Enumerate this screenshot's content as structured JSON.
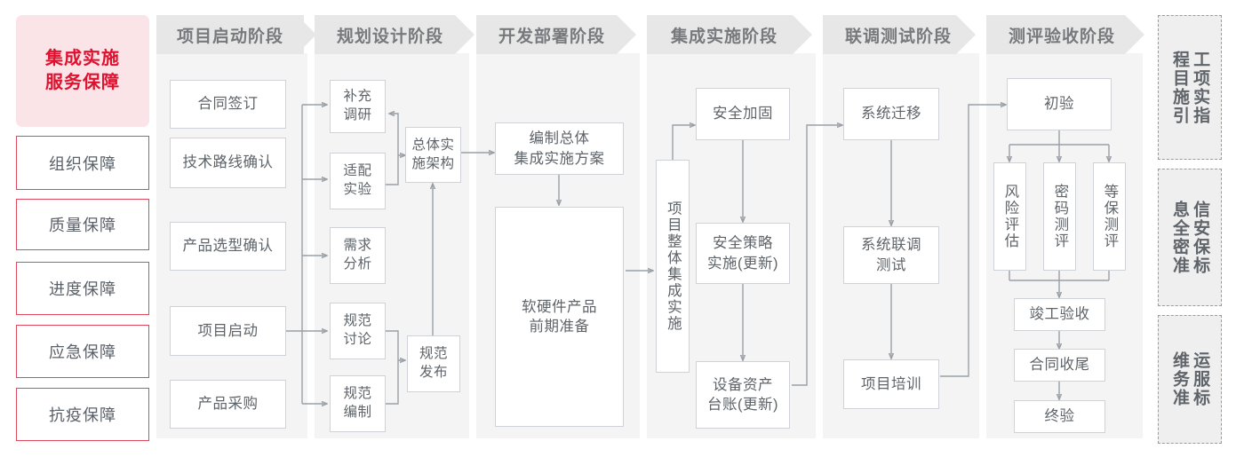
{
  "title_block": {
    "line1": "集成实施",
    "line2": "服务保障"
  },
  "guarantees": [
    {
      "label": "组织保障"
    },
    {
      "label": "质量保障"
    },
    {
      "label": "进度保障"
    },
    {
      "label": "应急保障"
    },
    {
      "label": "抗疫保障"
    }
  ],
  "phases": [
    {
      "id": "startup",
      "title": "项目启动阶段"
    },
    {
      "id": "planning",
      "title": "规划设计阶段"
    },
    {
      "id": "deployment",
      "title": "开发部署阶段"
    },
    {
      "id": "integration",
      "title": "集成实施阶段"
    },
    {
      "id": "joint-test",
      "title": "联调测试阶段"
    },
    {
      "id": "acceptance",
      "title": "测评验收阶段"
    }
  ],
  "nodes": {
    "startup": [
      {
        "label": "合同签订"
      },
      {
        "label": "技术路线确认"
      },
      {
        "label": "产品选型确认"
      },
      {
        "label": "项目启动"
      },
      {
        "label": "产品采购"
      }
    ],
    "planning_left": [
      {
        "line1": "补充",
        "line2": "调研"
      },
      {
        "line1": "适配",
        "line2": "实验"
      },
      {
        "line1": "需求",
        "line2": "分析"
      },
      {
        "line1": "规范",
        "line2": "讨论"
      },
      {
        "line1": "规范",
        "line2": "编制"
      }
    ],
    "planning_right": [
      {
        "line1": "总体实",
        "line2": "施架构"
      },
      {
        "line1": "规范",
        "line2": "发布"
      }
    ],
    "deployment": [
      {
        "line1": "编制总体",
        "line2": "集成实施方案"
      },
      {
        "line1": "软硬件产品",
        "line2": "前期准备"
      }
    ],
    "integration_vertical": {
      "label": "项目整体集成实施"
    },
    "integration": [
      {
        "line1": "安全加固",
        "line2": ""
      },
      {
        "line1": "安全策略",
        "line2": "实施(更新)"
      },
      {
        "line1": "设备资产",
        "line2": "台账(更新)"
      }
    ],
    "joint_test": [
      {
        "line1": "系统迁移",
        "line2": ""
      },
      {
        "line1": "系统联调",
        "line2": "测试"
      },
      {
        "line1": "项目培训",
        "line2": ""
      }
    ],
    "acceptance_top": {
      "label": "初验"
    },
    "acceptance_parallel": [
      {
        "label": "风险评估"
      },
      {
        "label": "密码测评"
      },
      {
        "label": "等保测评"
      }
    ],
    "acceptance_bottom": [
      {
        "label": "竣工验收"
      },
      {
        "label": "合同收尾"
      },
      {
        "label": "终验"
      }
    ]
  },
  "standards": [
    {
      "right": "程目施引",
      "left": "工项实指",
      "full": "工程项目实施指引"
    },
    {
      "right": "息全密准",
      "left": "信安保标",
      "full": "信息安全保密标准"
    },
    {
      "right": "维务准",
      "left": "运服标",
      "full": "运维服务标准"
    }
  ],
  "colors": {
    "accent_red": "#e0102f",
    "accent_red_border": "#e0485e",
    "pink_fill": "#fbe4e7",
    "panel_bg": "#f4f4f4",
    "header_bg": "#e7e7e7",
    "header_text": "#77797d",
    "node_border": "#cfd2d6",
    "node_text": "#5e6469",
    "wire": "#9aa0a6",
    "std_bg": "#efefef",
    "std_border": "#9b9b9b"
  }
}
